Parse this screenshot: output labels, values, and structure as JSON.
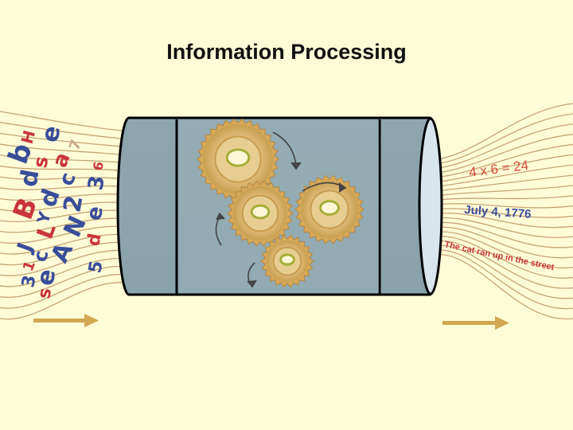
{
  "slide": {
    "title": "Information Processing",
    "input_symbols": [
      "H",
      "e",
      "b",
      "s",
      "d",
      "a",
      "7",
      "6",
      "B",
      "d",
      "c",
      "3",
      "Y",
      "2",
      "J",
      "L",
      "N",
      "e",
      "d",
      "c",
      "A",
      "5",
      "e",
      "s",
      "1",
      "3"
    ],
    "output_lines": [
      "4 x 6 = 24",
      "July 4, 1776",
      "The cat ran up in the street"
    ],
    "colors": {
      "background": "#fefbd7",
      "cylinder": "#8fa7ae",
      "gear": "#dcb672",
      "arrow": "#d2a752",
      "stream": "#bf9f6a"
    }
  }
}
